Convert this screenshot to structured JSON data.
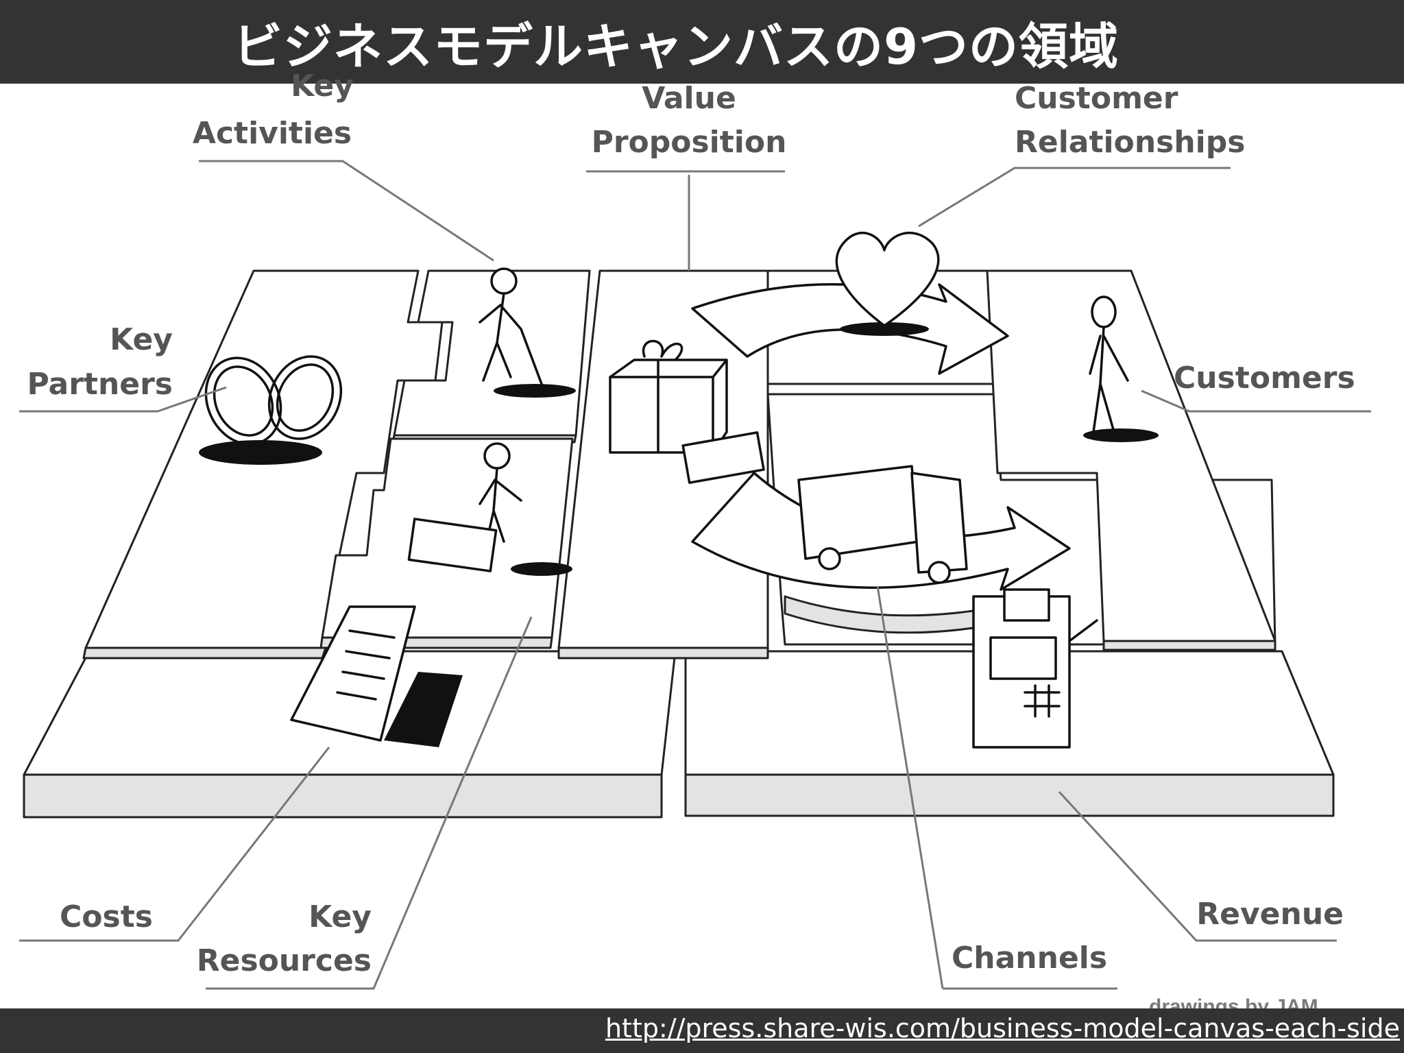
{
  "title": "ビジネスモデルキャンバスの9つの領域",
  "labels": {
    "key_activities": [
      "Key",
      "Activities"
    ],
    "value_proposition": [
      "Value",
      "Proposition"
    ],
    "customer_relationships": [
      "Customer",
      "Relationships"
    ],
    "key_partners": [
      "Key",
      "Partners"
    ],
    "customers": "Customers",
    "costs": "Costs",
    "key_resources": [
      "Key",
      "Resources"
    ],
    "channels": "Channels",
    "revenue": "Revenue"
  },
  "credit": "drawings by JAM",
  "source_url": "http://press.share-wis.com/business-model-canvas-each-side"
}
